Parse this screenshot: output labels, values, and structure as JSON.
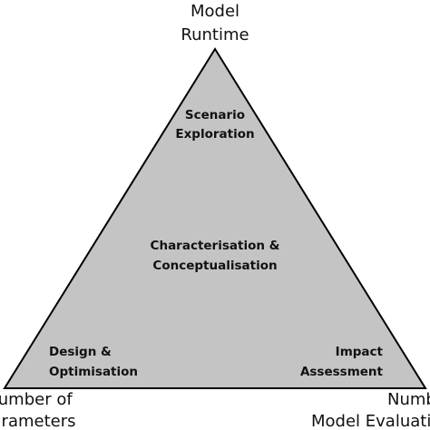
{
  "diagram": {
    "colors": {
      "fill": "#c4c4c4",
      "stroke": "#000000",
      "text": "#111111"
    },
    "corners": {
      "top": {
        "line1": "Model",
        "line2": "Runtime"
      },
      "bottom_left": {
        "line1": "Number of",
        "line2": "Parameters"
      },
      "bottom_right": {
        "line1": "Number of",
        "line2": "Model Evaluations"
      }
    },
    "regions": {
      "top": {
        "line1": "Scenario",
        "line2": "Exploration"
      },
      "center": {
        "line1": "Characterisation &",
        "line2": "Conceptualisation"
      },
      "bottom_left": {
        "line1": "Design &",
        "line2": "Optimisation"
      },
      "bottom_right": {
        "line1": "Impact",
        "line2": "Assessment"
      }
    }
  }
}
